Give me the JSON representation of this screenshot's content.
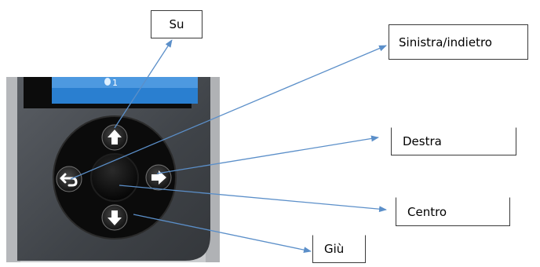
{
  "labels": {
    "up": "Su",
    "left_back": "Sinistra/indietro",
    "right": "Destra",
    "center": "Centro",
    "down": "Giù"
  },
  "device": {
    "screen_indicator": "1"
  },
  "icons": [
    "arrow-up-icon",
    "back-arrow-icon",
    "arrow-right-icon",
    "arrow-down-icon"
  ],
  "colors": {
    "leader_line": "#5b8fc9",
    "device_body": "#45494f",
    "device_panel": "#c9cbcd",
    "screen": "#2a7fd0",
    "pad": "#0b0b0b",
    "button": "#1c1c1c"
  }
}
